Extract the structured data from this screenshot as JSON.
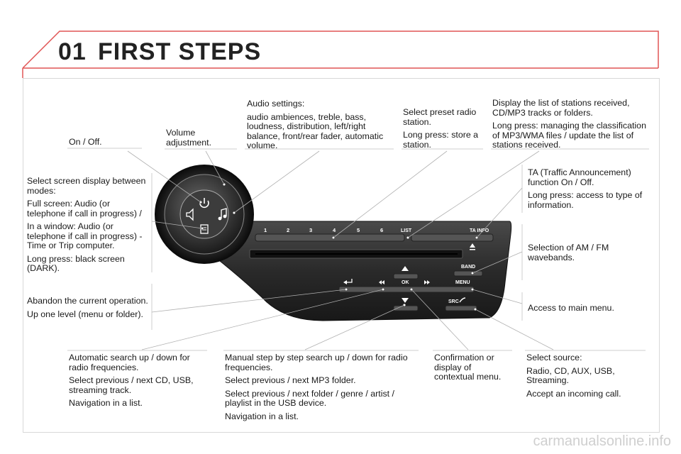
{
  "header": {
    "chapter_number": "01",
    "chapter_title": "FIRST STEPS"
  },
  "callouts": {
    "on_off": [
      "On / Off."
    ],
    "volume": [
      "Volume",
      "adjustment."
    ],
    "audio_settings": [
      "Audio settings:",
      "audio ambiences, treble, bass, loudness, distribution, left/right balance, front/rear fader, automatic volume."
    ],
    "preset": [
      "Select preset radio station.",
      "Long press: store a station."
    ],
    "list": [
      "Display the list of stations received, CD/MP3 tracks or folders.",
      "Long press: managing the classification of MP3/WMA files / update the list of stations received."
    ],
    "ta_info": [
      "TA (Traffic Announcement) function On / Off.",
      "Long press: access to type of information."
    ],
    "band": [
      "Selection of AM / FM wavebands."
    ],
    "menu": [
      "Access to main menu."
    ],
    "screen": [
      "Select screen display between modes:",
      "Full screen: Audio (or telephone if call in progress) /",
      "In a window: Audio (or telephone if call in progress) - Time or Trip computer.",
      "Long press: black screen (DARK)."
    ],
    "abandon": [
      "Abandon the current operation.",
      "Up one level (menu or folder)."
    ],
    "auto_search": [
      "Automatic search up / down for radio frequencies.",
      "Select previous / next CD, USB, streaming track.",
      "Navigation in a list."
    ],
    "manual_step": [
      "Manual step by step search up / down for radio frequencies.",
      "Select previous / next MP3 folder.",
      "Select previous / next folder / genre / artist / playlist in the USB device.",
      "Navigation in a list."
    ],
    "confirm": [
      "Confirmation or display of contextual menu."
    ],
    "source": [
      "Select source:",
      "Radio, CD, AUX, USB, Streaming.",
      "Accept an incoming call."
    ]
  },
  "panel": {
    "presets": [
      "1",
      "2",
      "3",
      "4",
      "5",
      "6"
    ],
    "list_label": "LIST",
    "ta_label": "TA INFO",
    "band_label": "BAND",
    "ok_label": "OK",
    "menu_label": "MENU",
    "src_label": "SRC"
  },
  "icons": {
    "power": "power-icon",
    "speaker": "speaker-icon",
    "note": "music-note-icon",
    "screen": "screen-icon",
    "eject": "eject-icon",
    "back": "back-arrow-icon",
    "rewind": "double-left-icon",
    "forward": "double-right-icon",
    "up": "triangle-up-icon",
    "down": "triangle-down-icon",
    "phone": "phone-icon"
  },
  "watermark": "carmanualsonline.info"
}
